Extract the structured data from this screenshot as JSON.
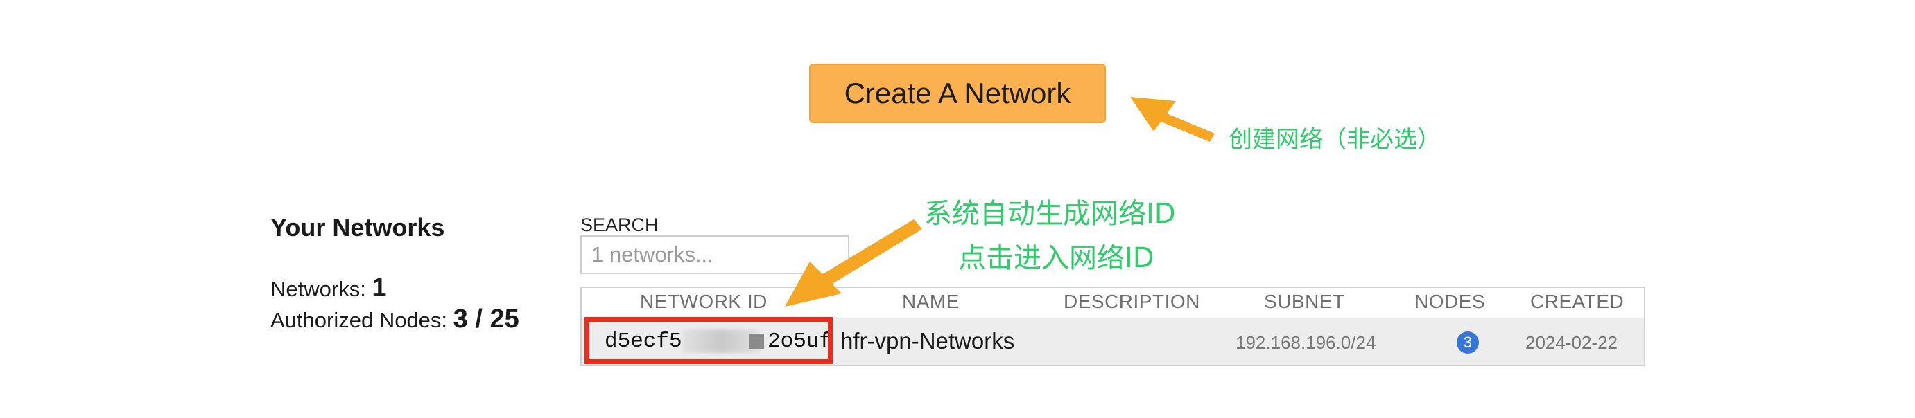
{
  "create_button": {
    "label": "Create A Network"
  },
  "summary": {
    "title": "Your Networks",
    "networks_label": "Networks: ",
    "networks_value": "1",
    "nodes_label": "Authorized Nodes: ",
    "nodes_value": "3 / 25"
  },
  "search": {
    "label": "SEARCH",
    "placeholder": "1 networks..."
  },
  "table": {
    "headers": [
      "NETWORK ID",
      "NAME",
      "DESCRIPTION",
      "SUBNET",
      "NODES",
      "CREATED"
    ],
    "rows": [
      {
        "network_id": "d5ecf5",
        "network_id_tail": "2o5uf",
        "name": "hfr-vpn-Networks",
        "description": "",
        "subnet": "192.168.196.0/24",
        "nodes": "3",
        "created": "2024-02-22"
      }
    ]
  },
  "annotations": {
    "create": "创建网络（非必选）",
    "auto_id": "系统自动生成网络ID",
    "click_id": "点击进入网络ID"
  },
  "colors": {
    "button_bg": "#fbb150",
    "arrow": "#f5a623",
    "annotation_text": "#2ecc6a",
    "highlight_box": "#f02a1a",
    "badge": "#3576d6"
  }
}
